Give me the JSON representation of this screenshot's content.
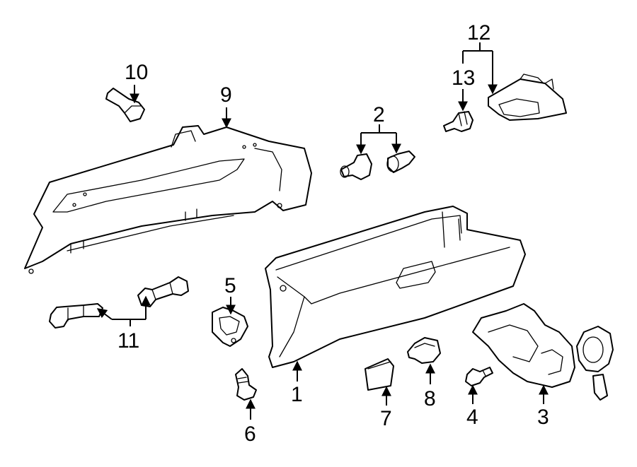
{
  "diagram": {
    "callouts": {
      "c1": "1",
      "c2": "2",
      "c3": "3",
      "c4": "4",
      "c5": "5",
      "c6": "6",
      "c7": "7",
      "c8": "8",
      "c9": "9",
      "c10": "10",
      "c11": "11",
      "c12": "12",
      "c13": "13"
    }
  }
}
